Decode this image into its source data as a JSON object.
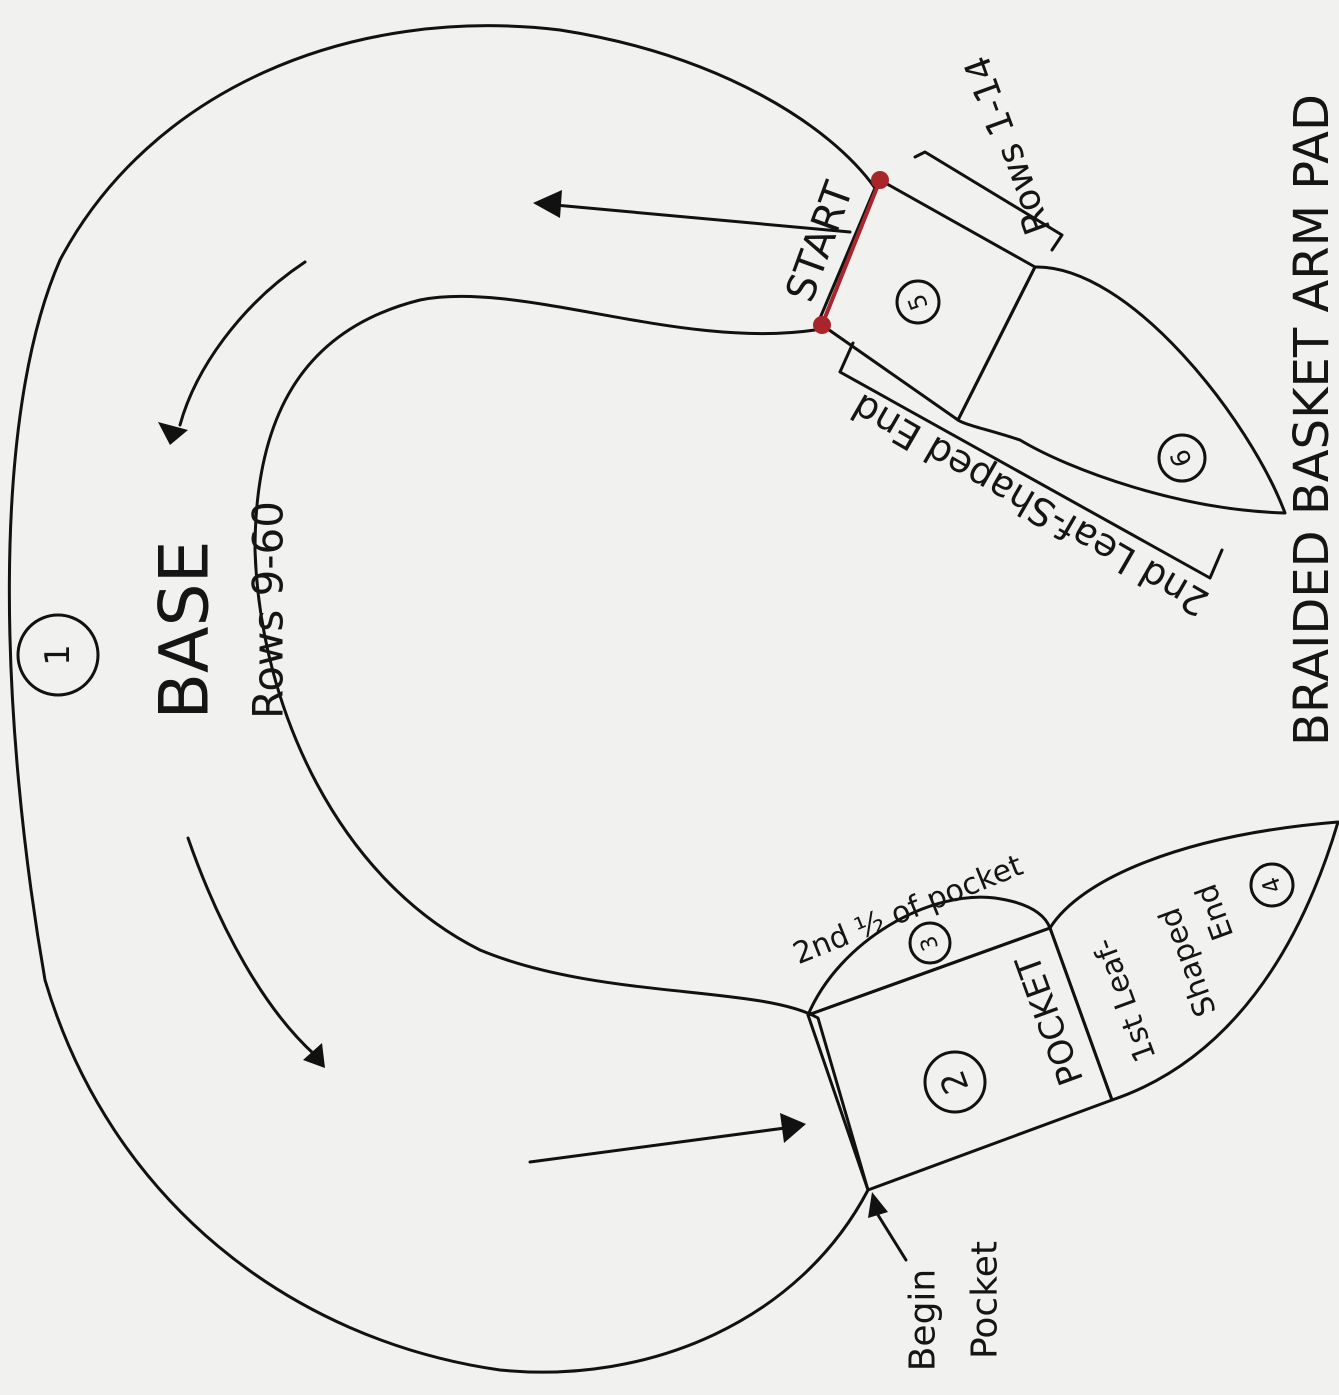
{
  "colors": {
    "paper": "#f1f1f0",
    "base": "#cfe6b6",
    "pocket": "#b9b3e3",
    "pocket_half": "#e3a3bb",
    "first_leaf": "#eb8e62",
    "second_section": "#a6cfe8",
    "second_leaf": "#f3e35a",
    "start_marker": "#a8252b",
    "ink": "#111111"
  },
  "labels": {
    "base_number": "1",
    "base_title": "BASE",
    "base_rows": "Rows 9-60",
    "start": "START",
    "pocket_number": "2",
    "pocket_label": "POCKET",
    "half_number": "3",
    "half_label": "2nd ½ of pocket",
    "first_leaf_number": "4",
    "first_leaf_label_1": "1st Leaf-",
    "first_leaf_label_2": "Shaped",
    "first_leaf_label_3": "End",
    "section5_number": "5",
    "section5_rows": "Rows 1-14",
    "section6_number": "6",
    "second_leaf_label": "2nd Leaf-Shaped End",
    "begin_label_1": "Begin",
    "begin_label_2": "Pocket",
    "edge_text": "BRAIDED BASKET ARM PAD"
  },
  "arrow_icons": [
    "arrow-left-icon",
    "arrow-down-icon",
    "arrow-down-icon",
    "arrow-right-icon",
    "arrow-up-icon"
  ]
}
